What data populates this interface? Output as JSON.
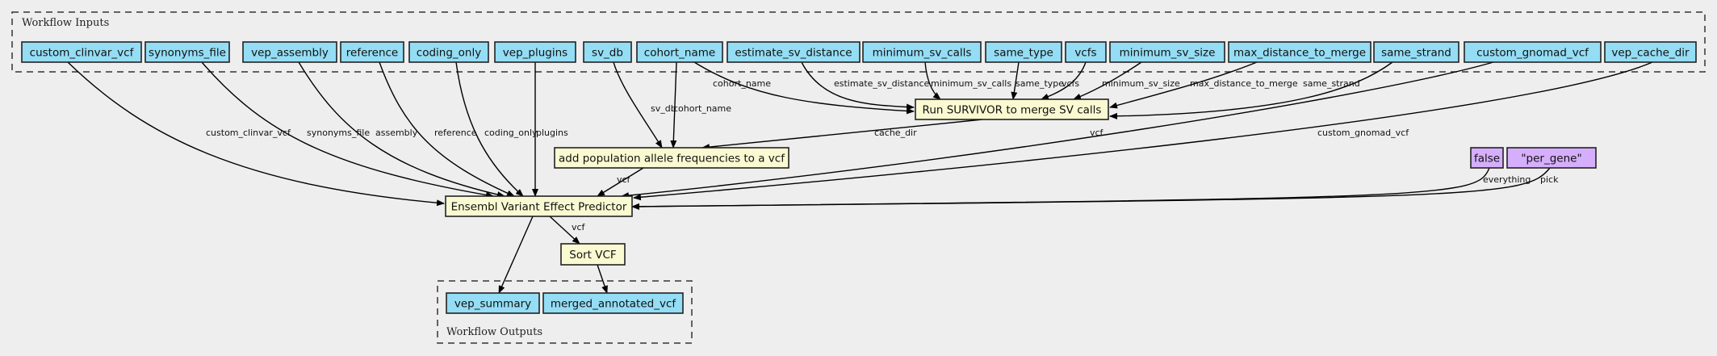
{
  "diagram": {
    "clusters": {
      "inputs_label": "Workflow Inputs",
      "outputs_label": "Workflow Outputs"
    },
    "nodes": [
      {
        "id": "custom_clinvar_vcf",
        "label": "custom_clinvar_vcf",
        "kind": "input"
      },
      {
        "id": "synonyms_file",
        "label": "synonyms_file",
        "kind": "input"
      },
      {
        "id": "vep_assembly",
        "label": "vep_assembly",
        "kind": "input"
      },
      {
        "id": "reference",
        "label": "reference",
        "kind": "input"
      },
      {
        "id": "coding_only",
        "label": "coding_only",
        "kind": "input"
      },
      {
        "id": "vep_plugins",
        "label": "vep_plugins",
        "kind": "input"
      },
      {
        "id": "sv_db",
        "label": "sv_db",
        "kind": "input"
      },
      {
        "id": "cohort_name",
        "label": "cohort_name",
        "kind": "input"
      },
      {
        "id": "estimate_sv_distance",
        "label": "estimate_sv_distance",
        "kind": "input"
      },
      {
        "id": "minimum_sv_calls",
        "label": "minimum_sv_calls",
        "kind": "input"
      },
      {
        "id": "same_type",
        "label": "same_type",
        "kind": "input"
      },
      {
        "id": "vcfs",
        "label": "vcfs",
        "kind": "input"
      },
      {
        "id": "minimum_sv_size",
        "label": "minimum_sv_size",
        "kind": "input"
      },
      {
        "id": "max_distance_to_merge",
        "label": "max_distance_to_merge",
        "kind": "input"
      },
      {
        "id": "same_strand",
        "label": "same_strand",
        "kind": "input"
      },
      {
        "id": "custom_gnomad_vcf",
        "label": "custom_gnomad_vcf",
        "kind": "input"
      },
      {
        "id": "vep_cache_dir",
        "label": "vep_cache_dir",
        "kind": "input"
      },
      {
        "id": "survivor",
        "label": "Run SURVIVOR to merge SV calls",
        "kind": "step"
      },
      {
        "id": "add_pop",
        "label": "add population allele frequencies to a vcf",
        "kind": "step"
      },
      {
        "id": "vep",
        "label": "Ensembl Variant Effect Predictor",
        "kind": "step"
      },
      {
        "id": "sort_vcf",
        "label": "Sort VCF",
        "kind": "step"
      },
      {
        "id": "const_false",
        "label": "false",
        "kind": "constant"
      },
      {
        "id": "const_per_gene",
        "label": "\"per_gene\"",
        "kind": "constant"
      },
      {
        "id": "vep_summary",
        "label": "vep_summary",
        "kind": "output"
      },
      {
        "id": "merged_annotated_vcf",
        "label": "merged_annotated_vcf",
        "kind": "output"
      }
    ],
    "edges": [
      {
        "from": "custom_clinvar_vcf",
        "to": "vep",
        "label": "custom_clinvar_vcf"
      },
      {
        "from": "synonyms_file",
        "to": "vep",
        "label": "synonyms_file"
      },
      {
        "from": "vep_assembly",
        "to": "vep",
        "label": "assembly"
      },
      {
        "from": "reference",
        "to": "vep",
        "label": "reference"
      },
      {
        "from": "coding_only",
        "to": "vep",
        "label": "coding_only"
      },
      {
        "from": "vep_plugins",
        "to": "vep",
        "label": "plugins"
      },
      {
        "from": "sv_db",
        "to": "add_pop",
        "label": "sv_db"
      },
      {
        "from": "cohort_name",
        "to": "add_pop",
        "label": "cohort_name"
      },
      {
        "from": "cohort_name",
        "to": "survivor",
        "label": "cohort_name"
      },
      {
        "from": "estimate_sv_distance",
        "to": "survivor",
        "label": "estimate_sv_distance"
      },
      {
        "from": "minimum_sv_calls",
        "to": "survivor",
        "label": "minimum_sv_calls"
      },
      {
        "from": "same_type",
        "to": "survivor",
        "label": "same_type"
      },
      {
        "from": "vcfs",
        "to": "survivor",
        "label": "vcfs"
      },
      {
        "from": "minimum_sv_size",
        "to": "survivor",
        "label": "minimum_sv_size"
      },
      {
        "from": "max_distance_to_merge",
        "to": "survivor",
        "label": "max_distance_to_merge"
      },
      {
        "from": "same_strand",
        "to": "survivor",
        "label": "same_strand"
      },
      {
        "from": "survivor",
        "to": "add_pop",
        "label": "vcf"
      },
      {
        "from": "custom_gnomad_vcf",
        "to": "vep",
        "label": "custom_gnomad_vcf"
      },
      {
        "from": "vep_cache_dir",
        "to": "vep",
        "label": "cache_dir"
      },
      {
        "from": "add_pop",
        "to": "vep",
        "label": "vcf"
      },
      {
        "from": "const_false",
        "to": "vep",
        "label": "everything"
      },
      {
        "from": "const_per_gene",
        "to": "vep",
        "label": "pick"
      },
      {
        "from": "vep",
        "to": "sort_vcf",
        "label": "vcf"
      },
      {
        "from": "vep",
        "to": "vep_summary",
        "label": ""
      },
      {
        "from": "sort_vcf",
        "to": "merged_annotated_vcf",
        "label": ""
      }
    ]
  }
}
